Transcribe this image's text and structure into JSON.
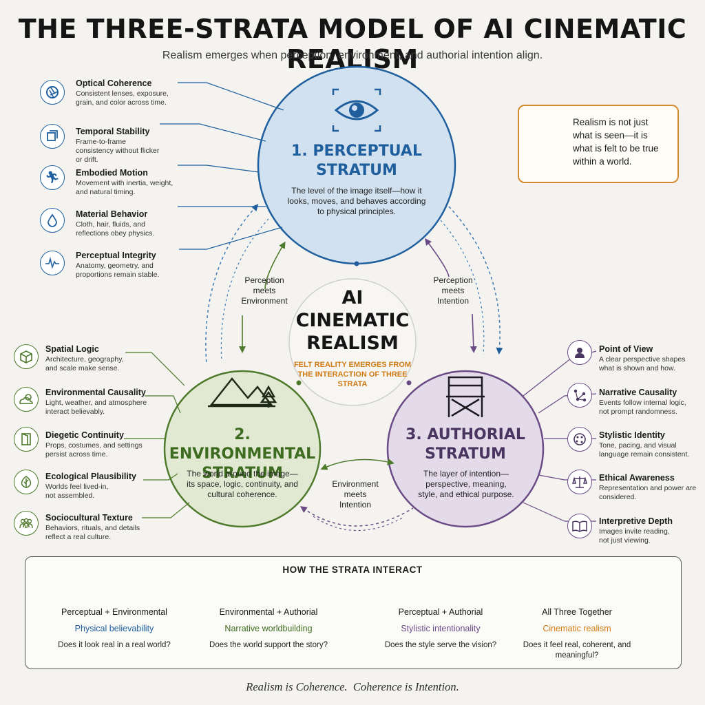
{
  "title": "THE THREE-STRATA MODEL OF AI CINEMATIC REALISM",
  "subtitle": "Realism emerges when perception, environment, and authorial intention align.",
  "colors": {
    "perceptual": "#1f5f9e",
    "perceptual_fill": "#d2e1ef",
    "environmental": "#4e7a2b",
    "environmental_fill": "#e1e9d3",
    "authorial": "#6b4b86",
    "authorial_fill": "#e3dbea",
    "accent": "#d07a14"
  },
  "perceptual": {
    "title_line1": "1. PERCEPTUAL",
    "title_line2": "STRATUM",
    "description": "The level of the image itself—how it looks, moves, and behaves according to physical principles.",
    "icon": "eye-icon",
    "features": [
      {
        "title": "Optical Coherence",
        "desc": "Consistent lenses, exposure, grain, and color across time.",
        "icon": "aperture-icon"
      },
      {
        "title": "Temporal Stability",
        "desc": "Frame-to-frame consistency without flicker or drift.",
        "icon": "frames-icon"
      },
      {
        "title": "Embodied Motion",
        "desc": "Movement with inertia, weight, and natural timing.",
        "icon": "runner-icon"
      },
      {
        "title": "Material Behavior",
        "desc": "Cloth, hair, fluids, and reflections obey physics.",
        "icon": "droplet-icon"
      },
      {
        "title": "Perceptual Integrity",
        "desc": "Anatomy, geometry, and proportions remain stable.",
        "icon": "pulse-icon"
      }
    ]
  },
  "environmental": {
    "title_line1": "2. ENVIRONMENTAL",
    "title_line2": "STRATUM",
    "description": "The world around the image—its space, logic, continuity, and cultural coherence.",
    "icon": "mountains-icon",
    "features": [
      {
        "title": "Spatial Logic",
        "desc": "Architecture, geography, and scale make sense.",
        "icon": "cube-icon"
      },
      {
        "title": "Environmental Causality",
        "desc": "Light, weather, and atmosphere interact believably.",
        "icon": "weather-icon"
      },
      {
        "title": "Diegetic Continuity",
        "desc": "Props, costumes, and settings persist across time.",
        "icon": "door-icon"
      },
      {
        "title": "Ecological Plausibility",
        "desc": "Worlds feel lived-in, not assembled.",
        "icon": "leaf-icon"
      },
      {
        "title": "Sociocultural Texture",
        "desc": "Behaviors, rituals, and details reflect a real culture.",
        "icon": "people-icon"
      }
    ]
  },
  "authorial": {
    "title_line1": "3. AUTHORIAL",
    "title_line2": "STRATUM",
    "description": "The layer of intention—perspective, meaning, style, and ethical purpose.",
    "icon": "director-chair-icon",
    "features": [
      {
        "title": "Point of View",
        "desc": "A clear perspective shapes what is shown and how.",
        "icon": "person-icon"
      },
      {
        "title": "Narrative Causality",
        "desc": "Events follow internal logic, not prompt randomness.",
        "icon": "nodes-icon"
      },
      {
        "title": "Stylistic Identity",
        "desc": "Tone, pacing, and visual language remain consistent.",
        "icon": "palette-icon"
      },
      {
        "title": "Ethical Awareness",
        "desc": "Representation and power are considered.",
        "icon": "scales-icon"
      },
      {
        "title": "Interpretive Depth",
        "desc": "Images invite reading, not just viewing.",
        "icon": "book-icon"
      }
    ]
  },
  "center": {
    "title_line1": "AI",
    "title_line2": "CINEMATIC",
    "title_line3": "REALISM",
    "subtitle": "FELT REALITY EMERGES FROM THE INTERACTION OF THREE STRATA"
  },
  "links": {
    "perception_environment": "Perception meets Environment",
    "perception_intention": "Perception meets Intention",
    "environment_intention": "Environment meets Intention"
  },
  "quote": {
    "text": "Realism is not just what is seen—it is what is felt to be true within a world.",
    "icon": "lightbulb-icon"
  },
  "interactions": {
    "heading": "HOW THE STRATA INTERACT",
    "items": [
      {
        "title": "Perceptual + Environmental",
        "result": "Physical believability",
        "question": "Does it look real in a real world?",
        "color": "#1f5f9e"
      },
      {
        "title": "Environmental + Authorial",
        "result": "Narrative worldbuilding",
        "question": "Does the world support the story?",
        "color": "#4e7a2b"
      },
      {
        "title": "Perceptual + Authorial",
        "result": "Stylistic intentionality",
        "question": "Does the style serve the vision?",
        "color": "#6b4b86"
      },
      {
        "title": "All Three Together",
        "result": "Cinematic realism",
        "question": "Does it feel real, coherent, and meaningful?",
        "color": "#d07a14"
      }
    ]
  },
  "footer": "Realism is Coherence.  Coherence is Intention."
}
